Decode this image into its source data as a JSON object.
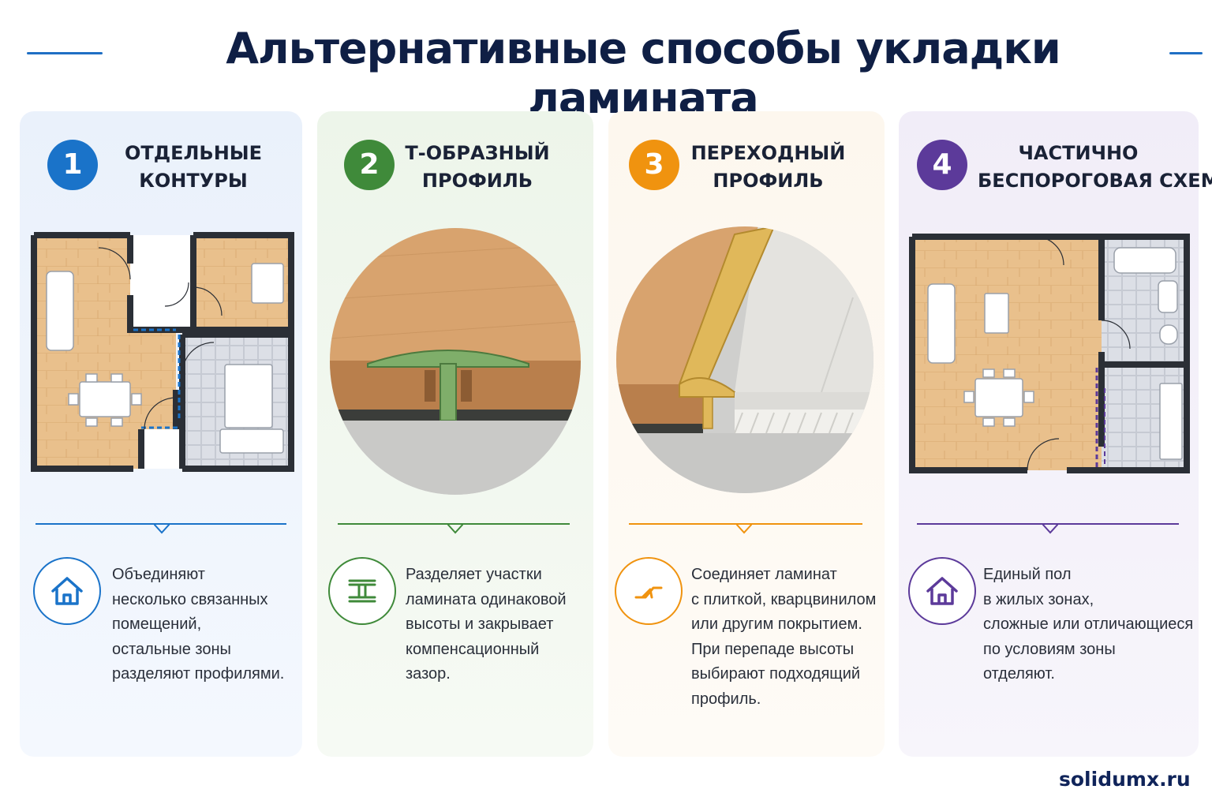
{
  "title": "Альтернативные способы укладки ламината",
  "footer": "solidumx.ru",
  "colors": {
    "blue": "#1a73c9",
    "green": "#3f8a3a",
    "orange": "#f0930f",
    "purple": "#5c3a9a",
    "navy": "#0f1f45"
  },
  "cards": [
    {
      "number": "1",
      "heading": [
        "ОТДЕЛЬНЫЕ",
        "КОНТУРЫ"
      ],
      "illustration": "floor-plan-separate-rooms",
      "icon": "house-icon",
      "description": [
        "Объединяют",
        "несколько связанных",
        "помещений,",
        "остальные зоны",
        "разделяют профилями."
      ]
    },
    {
      "number": "2",
      "heading": [
        "Т-ОБРАЗНЫЙ",
        "ПРОФИЛЬ"
      ],
      "illustration": "t-profile-cross-section",
      "icon": "t-profile-icon",
      "description": [
        "Разделяет участки",
        "ламината одинаковой",
        "высоты и закрывает",
        "компенсационный",
        "зазор."
      ]
    },
    {
      "number": "3",
      "heading": [
        "ПЕРЕХОДНЫЙ",
        "ПРОФИЛЬ"
      ],
      "illustration": "transition-profile-cross-section",
      "icon": "transition-profile-icon",
      "description": [
        "Соединяет ламинат",
        "с плиткой, кварцвинилом",
        "или другим покрытием.",
        "При перепаде высоты",
        "выбирают подходящий",
        "профиль."
      ]
    },
    {
      "number": "4",
      "heading": [
        "ЧАСТИЧНО",
        "БЕСПОРОГОВАЯ СХЕМА"
      ],
      "illustration": "floor-plan-open-space",
      "icon": "house-icon",
      "description": [
        "Единый пол",
        "в жилых зонах,",
        "сложные или отличающиеся",
        "по условиям зоны",
        "отделяют."
      ]
    }
  ]
}
